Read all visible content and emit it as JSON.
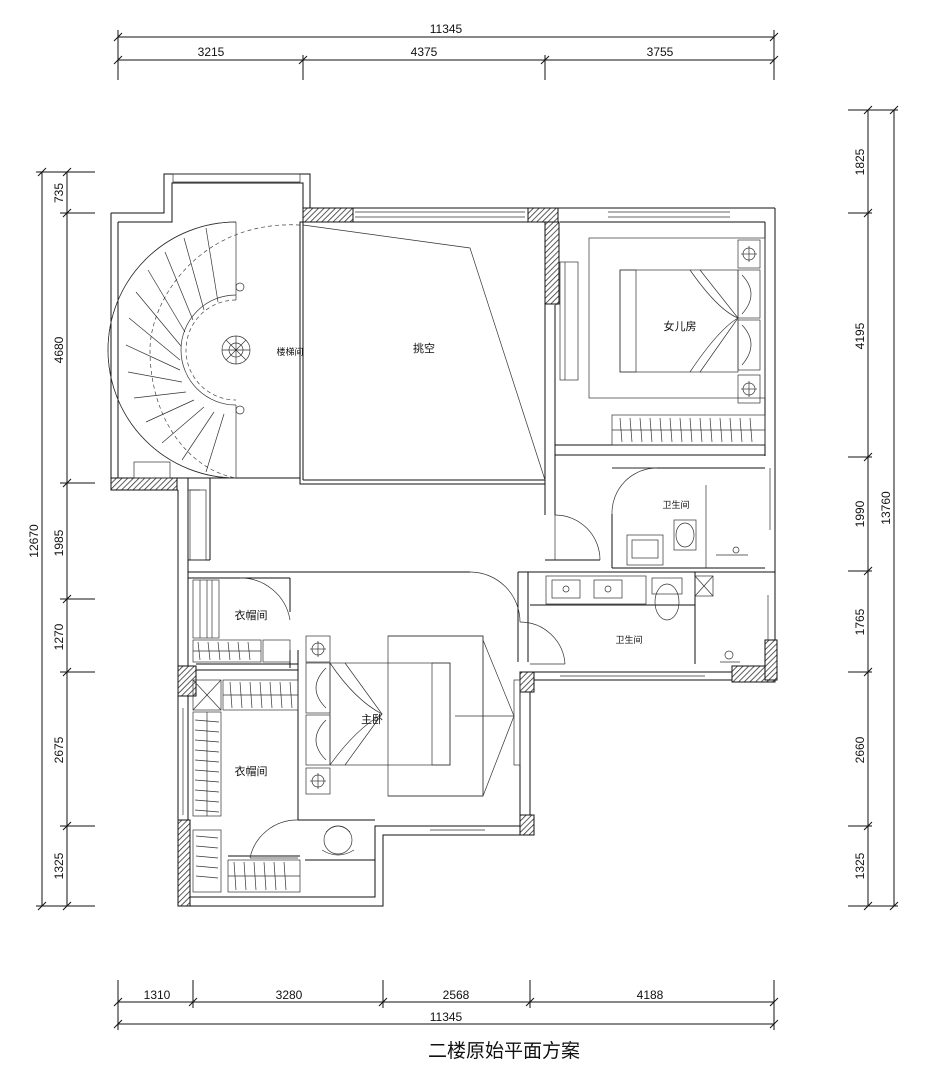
{
  "title": "二楼原始平面方案",
  "dims_top": {
    "total": "11345",
    "segments": [
      "3215",
      "4375",
      "3755"
    ]
  },
  "dims_bottom": {
    "total": "11345",
    "segments": [
      "1310",
      "3280",
      "2568",
      "4188"
    ]
  },
  "dims_left": {
    "total": "12670",
    "segments": [
      "735",
      "4680",
      "1985",
      "1270",
      "2675",
      "1325"
    ]
  },
  "dims_right": {
    "total": "13760",
    "segments": [
      "1825",
      "4195",
      "1990",
      "1765",
      "2660",
      "1325"
    ]
  },
  "rooms": {
    "stair": "楼梯间",
    "void": "挑空",
    "daughter": "女儿房",
    "bath_upper": "卫生间",
    "bath_lower": "卫生间",
    "closet_upper": "衣帽间",
    "closet_lower": "衣帽间",
    "master": "主卧"
  }
}
